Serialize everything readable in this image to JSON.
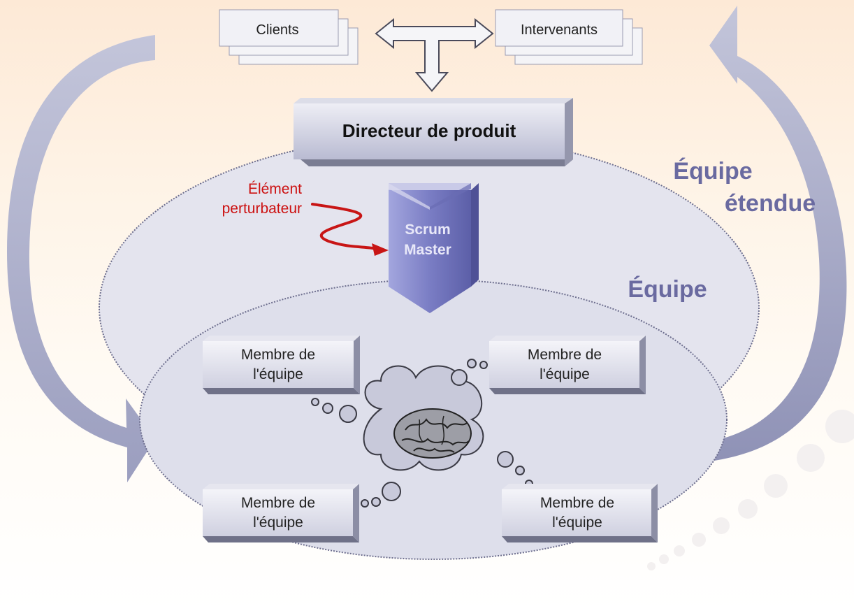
{
  "stakeholders": {
    "clients_label": "Clients",
    "intervenants_label": "Intervenants"
  },
  "product_owner": {
    "label": "Directeur de produit"
  },
  "extended_team": {
    "label_line1": "Équipe",
    "label_line2": "étendue"
  },
  "team": {
    "label": "Équipe"
  },
  "disruptor": {
    "label_line1": "Élément",
    "label_line2": "perturbateur"
  },
  "scrum_master": {
    "label_line1": "Scrum",
    "label_line2": "Master"
  },
  "members": [
    {
      "line1": "Membre de",
      "line2": "l'équipe"
    },
    {
      "line1": "Membre de",
      "line2": "l'équipe"
    },
    {
      "line1": "Membre de",
      "line2": "l'équipe"
    },
    {
      "line1": "Membre de",
      "line2": "l'équipe"
    }
  ],
  "colors": {
    "team_label": "#6a6aa0",
    "disruptor": "#cc1111",
    "cycle_arrow": "#a5a8c6",
    "scrum_master": "#7d80c4",
    "ellipse_fill": "#dfe0ec"
  },
  "icons": [
    "brain-icon",
    "thought-cloud-icon",
    "cycle-arrow-left-icon",
    "cycle-arrow-right-icon",
    "double-arrow-icon"
  ]
}
